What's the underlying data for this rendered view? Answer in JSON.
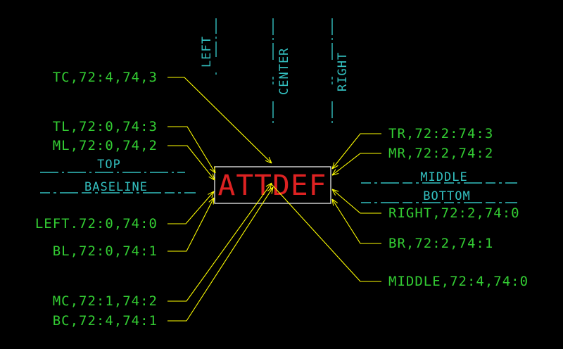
{
  "colors": {
    "background": "#000000",
    "label": "#33cc33",
    "leader": "#ffff00",
    "reference": "#33c0c0",
    "attdef": "#dd2222",
    "box": "#ffffff"
  },
  "vertical_refs": {
    "left": "LEFT",
    "center": "CENTER",
    "right": "RIGHT"
  },
  "horizontal_refs": {
    "top": "TOP",
    "baseline": "BASELINE",
    "middle": "MIDDLE",
    "bottom": "BOTTOM"
  },
  "attdef_text": "ATTDEF",
  "left_labels": {
    "tc": "TC,72:4,74,3",
    "tl": "TL,72:0,74:3",
    "ml": "ML,72:0,74,2",
    "left": "LEFT.72:0,74:0",
    "bl": "BL,72:0,74:1",
    "mc": "MC,72:1,74:2",
    "bc": "BC,72:4,74:1"
  },
  "right_labels": {
    "tr": "TR,72:2:74:3",
    "mr": "MR,72:2,74:2",
    "right": "RIGHT,72:2,74:0",
    "br": "BR,72:2,74:1",
    "middle": "MIDDLE,72:4,74:0"
  }
}
